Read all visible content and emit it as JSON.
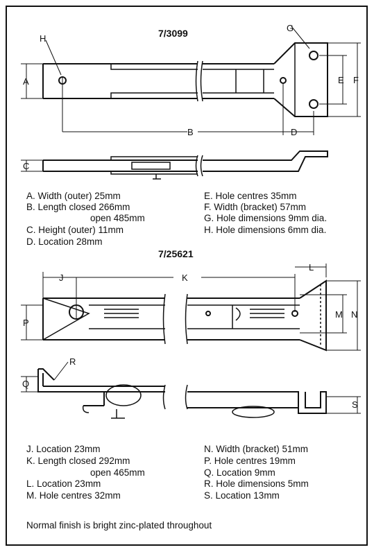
{
  "products": [
    {
      "code": "7/3099",
      "labels": {
        "A": "A",
        "B": "B",
        "C": "C",
        "D": "D",
        "E": "E",
        "F": "F",
        "G": "G",
        "H": "H"
      },
      "specs_left": [
        "A.  Width (outer) 25mm",
        "B.  Length closed 266mm",
        "open 485mm",
        "C.  Height (outer) 11mm",
        "D.  Location 28mm"
      ],
      "specs_right": [
        "E.  Hole centres 35mm",
        "F.  Width (bracket) 57mm",
        "G.  Hole dimensions 9mm dia.",
        "H.  Hole dimensions 6mm dia."
      ]
    },
    {
      "code": "7/25621",
      "labels": {
        "J": "J",
        "K": "K",
        "L": "L",
        "M": "M",
        "N": "N",
        "P": "P",
        "Q": "Q",
        "R": "R",
        "S": "S"
      },
      "specs_left": [
        "J.  Location 23mm",
        "K.  Length closed 292mm",
        "open 465mm",
        "L.  Location 23mm",
        "M. Hole centres 32mm"
      ],
      "specs_right": [
        "N.  Width (bracket) 51mm",
        "P.  Hole centres 19mm",
        "Q.  Location 9mm",
        "R.  Hole dimensions 5mm",
        "S.  Location 13mm"
      ]
    }
  ],
  "footer_note": "Normal finish is bright zinc-plated throughout"
}
